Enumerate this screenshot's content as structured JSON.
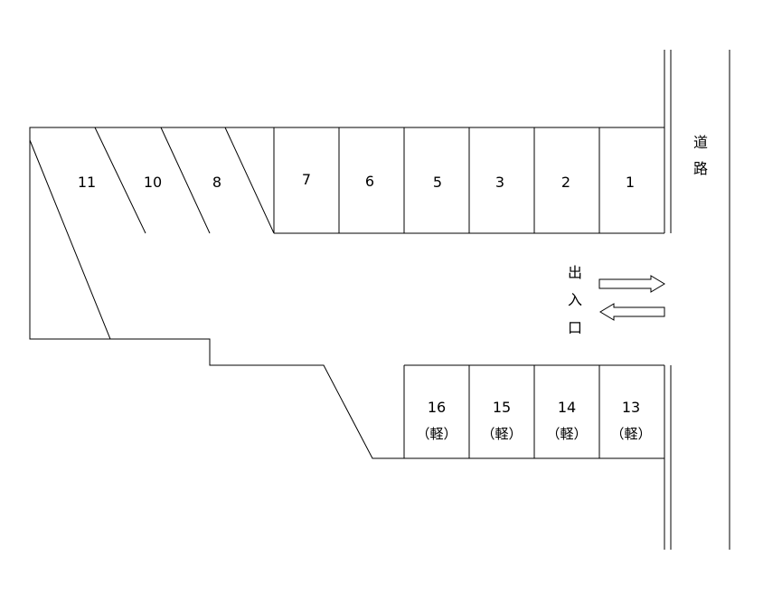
{
  "road_label": [
    "道",
    "路"
  ],
  "entrance_label": [
    "出",
    "入",
    "口"
  ],
  "top_row": [
    {
      "number": "11"
    },
    {
      "number": "10"
    },
    {
      "number": "8"
    },
    {
      "number": "7"
    },
    {
      "number": "6"
    },
    {
      "number": "5"
    },
    {
      "number": "3"
    },
    {
      "number": "2"
    },
    {
      "number": "1"
    }
  ],
  "bottom_row": [
    {
      "number": "16",
      "type": "（軽）"
    },
    {
      "number": "15",
      "type": "（軽）"
    },
    {
      "number": "14",
      "type": "（軽）"
    },
    {
      "number": "13",
      "type": "（軽）"
    }
  ]
}
